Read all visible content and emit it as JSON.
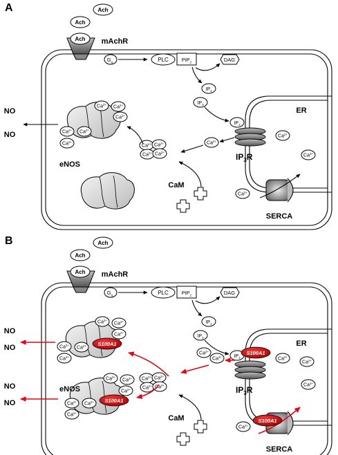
{
  "panels": [
    {
      "letter": "A",
      "ach": [
        "Ach",
        "Ach",
        "Ach"
      ],
      "receptor": "mAchR",
      "gprotein": "Gq",
      "plc": "PLC",
      "pip2": "PiP2",
      "dag": "DAG",
      "ip3": [
        "IP3",
        "IP3",
        "IP3"
      ],
      "er": "ER",
      "ip3r": "IP3R",
      "serca": "SERCA",
      "cam": "CaM",
      "enos": "eNOS",
      "no": [
        "NO",
        "NO"
      ],
      "ca_free": [
        "Ca2+",
        "Ca2+",
        "Ca2+",
        "Ca2+"
      ],
      "ca_cam": [
        "Ca2+",
        "Ca2+",
        "Ca2+",
        "Ca2+"
      ],
      "ca_enos": [
        "Ca2+",
        "Ca2+",
        "Ca2+",
        "Ca2+",
        "Ca2+",
        "Ca2+"
      ]
    },
    {
      "letter": "B",
      "ach": [
        "Ach",
        "Ach",
        "Ach"
      ],
      "receptor": "mAchR",
      "gprotein": "Gq",
      "plc": "PLC",
      "pip2": "PiP2",
      "dag": "DAG",
      "ip3": [
        "IP3",
        "IP3",
        "IP3"
      ],
      "er": "ER",
      "ip3r": "IP3R",
      "serca": "SERCA",
      "cam": "CaM",
      "enos": "eNOS",
      "no": [
        "NO",
        "NO",
        "NO",
        "NO"
      ],
      "s100a1": [
        "S100A1",
        "S100A1",
        "S100A1",
        "S100A1"
      ],
      "ca_free": [
        "Ca2+",
        "Ca2+",
        "Ca2+",
        "Ca2+",
        "Ca2+",
        "Ca2+"
      ],
      "ca_cam": [
        "Ca2+",
        "Ca2+",
        "Ca2+",
        "Ca2+"
      ],
      "ca_enos1": [
        "Ca2+",
        "Ca2+",
        "Ca2+",
        "Ca2+",
        "Ca2+",
        "Ca2+"
      ],
      "ca_enos2": [
        "Ca2+",
        "Ca2+",
        "Ca2+",
        "Ca2+",
        "Ca2+",
        "Ca2+"
      ]
    }
  ],
  "colors": {
    "arrow_black": "#000000",
    "arrow_red": "#e30613",
    "s100a1_fill": "#cc0000",
    "enos_fill": "#d9d9d9",
    "ip3r_fill": "#8c8c8c",
    "serca_fill": "#8c8c8c"
  }
}
